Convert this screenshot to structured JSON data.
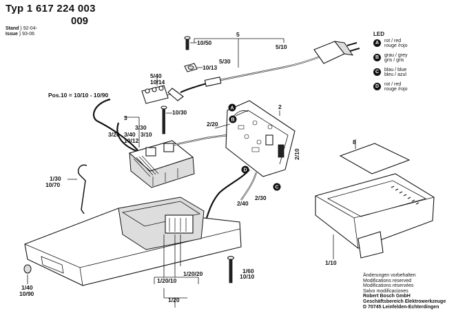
{
  "header": {
    "title": "Typ 1 617 224 003",
    "subtitle": "009",
    "stand_label": "Stand",
    "stand_value": "92-04-",
    "issue_label": "Issue",
    "issue_value": "93-06"
  },
  "legend": {
    "heading": "LED",
    "items": [
      {
        "letter": "A",
        "line1": "rot / red",
        "line2": "rouge /rojo"
      },
      {
        "letter": "B",
        "line1": "grau / grey",
        "line2": "gris / gris"
      },
      {
        "letter": "C",
        "line1": "blau / blue",
        "line2": "bleu / azul"
      },
      {
        "letter": "D",
        "line1": "rot / red",
        "line2": "rouge /rojo"
      }
    ]
  },
  "part_labels": {
    "p5": "5",
    "p5_10": "5/10",
    "p5_30": "5/30",
    "p10_50": "10/50",
    "p10_13": "10/13",
    "p5_40": "5/40",
    "p10_14": "10/14",
    "pos10": "Pos.10 = 10/10 - 10/90",
    "p10_30": "10/30",
    "p3": "3",
    "p3_20": "3/20",
    "p3_30": "3/30",
    "p3_40": "3/40",
    "p3_10": "3/10",
    "p10_12": "10/12",
    "p2_20": "2/20",
    "p2": "2",
    "p2_10": "2/10",
    "p2_40": "2/40",
    "p2_30": "2/30",
    "p8": "8",
    "p1_30": "1/30",
    "p10_70": "10/70",
    "p1_60": "1/60",
    "p10_10": "10/10",
    "p1_10": "1/10",
    "p1_20_20": "1/20/20",
    "p1_20_10": "1/20/10",
    "p1_20": "1/20",
    "p1_40": "1/40",
    "p10_90": "10/90"
  },
  "callouts": {
    "a": "A",
    "b": "B",
    "c": "C",
    "d": "D"
  },
  "notes": {
    "lines": [
      "Änderungen vorbehalten",
      "Modifications reserved",
      "Modifications réservées",
      "Salvo modificaciones"
    ],
    "company": [
      "Robert Bosch GmbH",
      "Geschäftsbereich Elektrowerkzeuge",
      "D 70745 Leinfelden-Echterdingen"
    ]
  }
}
